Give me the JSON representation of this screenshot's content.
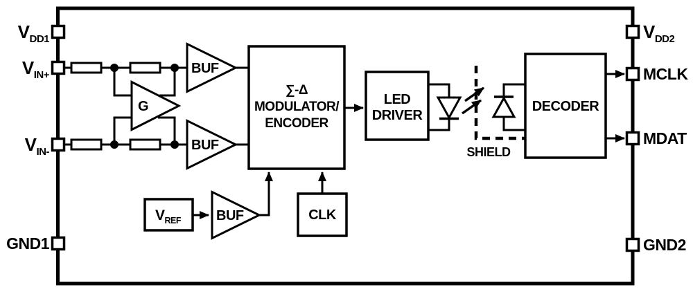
{
  "colors": {
    "ink": "#000000",
    "paper": "#ffffff"
  },
  "pins": {
    "vdd1": {
      "main": "V",
      "sub": "DD1"
    },
    "vinp": {
      "main": "V",
      "sub": "IN+"
    },
    "vinn": {
      "main": "V",
      "sub": "IN-"
    },
    "gnd1": {
      "label": "GND1"
    },
    "vdd2": {
      "main": "V",
      "sub": "DD2"
    },
    "mclk": {
      "label": "MCLK"
    },
    "mdat": {
      "label": "MDAT"
    },
    "gnd2": {
      "label": "GND2"
    }
  },
  "blocks": {
    "gain": {
      "label": "G"
    },
    "buf_top": {
      "label": "BUF"
    },
    "buf_bottom": {
      "label": "BUF"
    },
    "buf_ref": {
      "label": "BUF"
    },
    "modulator": {
      "line1": "∑-Δ",
      "line2": "MODULATOR/",
      "line3": "ENCODER"
    },
    "led_driver": {
      "line1": "LED",
      "line2": "DRIVER"
    },
    "decoder": {
      "label": "DECODER"
    },
    "vref": {
      "main": "V",
      "sub": "REF"
    },
    "clk": {
      "label": "CLK"
    }
  },
  "annotations": {
    "shield": "SHIELD"
  }
}
